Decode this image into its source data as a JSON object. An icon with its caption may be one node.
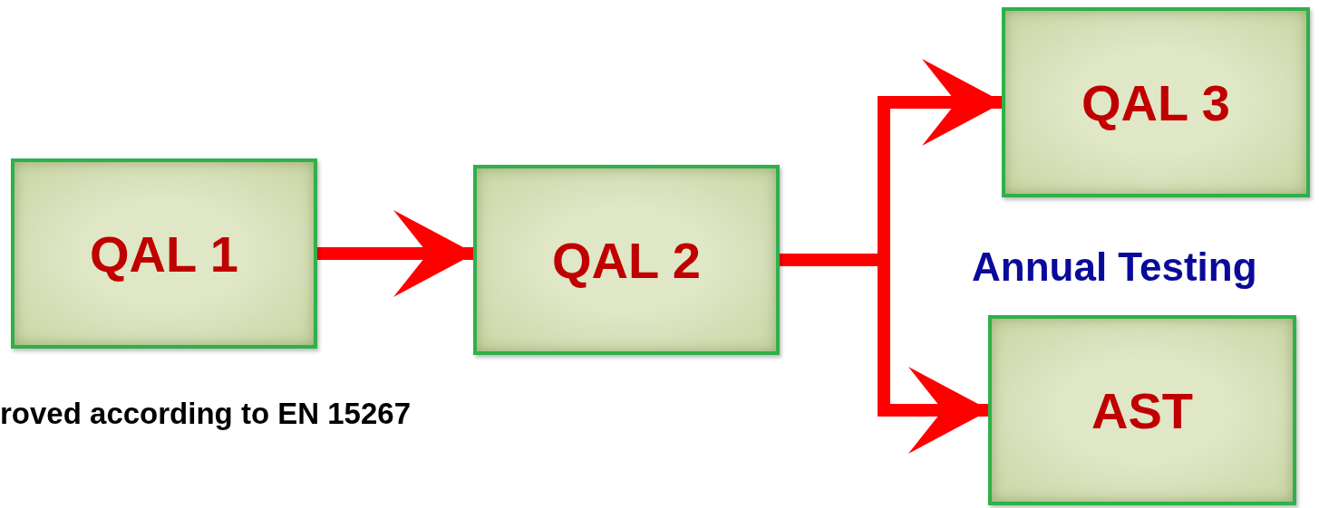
{
  "diagram": {
    "nodes": [
      {
        "text": [
          "QAL 1"
        ]
      },
      {
        "text": [
          "QAL 2"
        ]
      },
      {
        "text": [
          "QAL 3"
        ]
      },
      {
        "text": [
          "AST"
        ]
      }
    ],
    "edges": [
      {
        "from": 0,
        "to": 1,
        "arrow": "to"
      },
      {
        "from": 1,
        "to": 2,
        "arrow": "to"
      },
      {
        "from": 1,
        "to": 3,
        "arrow": "to"
      }
    ],
    "labels": [
      "Annual Testing",
      "roved according to EN 15267"
    ]
  }
}
